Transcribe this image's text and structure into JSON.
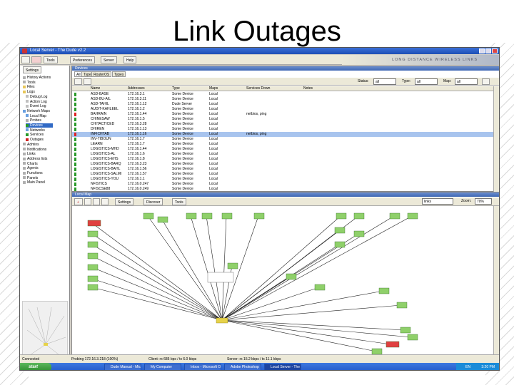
{
  "slide": {
    "title": "Link Outages"
  },
  "window": {
    "title": "Local Server - The Dude v2.2",
    "banner": "LONG DISTANCE WIRELESS LINKS"
  },
  "toolbar": {
    "tools_label": "Tools",
    "preferences_label": "Preferences",
    "server_label": "Server",
    "help_label": "Help",
    "settings_label": "Settings"
  },
  "tree": {
    "items": [
      {
        "label": "History Actions",
        "color": "#b0b0b0"
      },
      {
        "label": "Tools",
        "color": "#b0b0b0"
      },
      {
        "label": "Files",
        "color": "#e8c75a"
      },
      {
        "label": "Logs",
        "color": "#e8c75a"
      },
      {
        "label": "Debug Log",
        "color": "#c0c0c0"
      },
      {
        "label": "Action Log",
        "color": "#c0c0c0"
      },
      {
        "label": "Event Log",
        "color": "#c0c0c0"
      },
      {
        "label": "Network Maps",
        "color": "#6aa0e0"
      },
      {
        "label": "Local Map",
        "color": "#6aa0e0"
      },
      {
        "label": "Probes",
        "color": "#b0b0b0"
      },
      {
        "label": "Devices",
        "color": "#2a9a2a"
      },
      {
        "label": "Networks",
        "color": "#6aa0e0"
      },
      {
        "label": "Services",
        "color": "#2a9a2a"
      },
      {
        "label": "Outages",
        "color": "#d22222"
      },
      {
        "label": "Admins",
        "color": "#b0b0b0"
      },
      {
        "label": "Notifications",
        "color": "#b0b0b0"
      },
      {
        "label": "Links",
        "color": "#b0b0b0"
      },
      {
        "label": "Address lists",
        "color": "#b0b0b0"
      },
      {
        "label": "Charts",
        "color": "#b0b0b0"
      },
      {
        "label": "Agents",
        "color": "#b0b0b0"
      },
      {
        "label": "Functions",
        "color": "#b0b0b0"
      },
      {
        "label": "Panels",
        "color": "#b0b0b0"
      },
      {
        "label": "Main Panel",
        "color": "#b0b0b0"
      }
    ],
    "selected_index": 10
  },
  "devices": {
    "pane_title": "Devices",
    "tabs": [
      "All",
      "Type",
      "RouterOS",
      "Types"
    ],
    "filters": {
      "status_label": "Status:",
      "status_value": "all",
      "type_label": "Type:",
      "type_value": "all",
      "map_label": "Map:",
      "map_value": "all"
    },
    "columns": [
      "Name",
      "Addresses",
      "Type",
      "Maps",
      "Services Down",
      "Notes"
    ],
    "rows": [
      {
        "name": "ASD-BASE",
        "addr": "172.16.3.1",
        "type": "Some Device",
        "map": "Local",
        "svc": "",
        "down": false
      },
      {
        "name": "ASD-BU-AIL",
        "addr": "172.16.3.11",
        "type": "Some Device",
        "map": "Local",
        "svc": "",
        "down": false
      },
      {
        "name": "ASD-TAHIL",
        "addr": "172.16.1.12",
        "type": "Dude Server",
        "map": "Local",
        "svc": "",
        "down": false
      },
      {
        "name": "AUDIT-KAHLEEL",
        "addr": "172.16.1.2",
        "type": "Some Device",
        "map": "Local",
        "svc": "",
        "down": false
      },
      {
        "name": "BAHRAIN",
        "addr": "172.16.1.44",
        "type": "Some Device",
        "map": "Local",
        "svc": "netbios, ping",
        "down": true
      },
      {
        "name": "CHINESAW",
        "addr": "172.16.1.5",
        "type": "Some Device",
        "map": "Local",
        "svc": "",
        "down": false
      },
      {
        "name": "CHITACTICED",
        "addr": "172.16.3.28",
        "type": "Some Device",
        "map": "Local",
        "svc": "",
        "down": false
      },
      {
        "name": "DHIREN",
        "addr": "172.16.1.13",
        "type": "Some Device",
        "map": "Local",
        "svc": "",
        "down": false
      },
      {
        "name": "INFICHTAB",
        "addr": "172.16.1.16",
        "type": "Some Device",
        "map": "Local",
        "svc": "netbios, ping",
        "down": true
      },
      {
        "name": "INV-TIBOUN",
        "addr": "172.16.1.7",
        "type": "Some Device",
        "map": "Local",
        "svc": "",
        "down": false
      },
      {
        "name": "LEARN",
        "addr": "172.16.1.7",
        "type": "Some Device",
        "map": "Local",
        "svc": "",
        "down": false
      },
      {
        "name": "LOGISTICS-MHD",
        "addr": "172.16.1.44",
        "type": "Some Device",
        "map": "Local",
        "svc": "",
        "down": false
      },
      {
        "name": "LOGISTICS-AL",
        "addr": "172.16.1.6",
        "type": "Some Device",
        "map": "Local",
        "svc": "",
        "down": false
      },
      {
        "name": "LOGISTICS-EHS",
        "addr": "172.16.1.8",
        "type": "Some Device",
        "map": "Local",
        "svc": "",
        "down": false
      },
      {
        "name": "LOGISTICS-BARQ",
        "addr": "172.16.3.23",
        "type": "Some Device",
        "map": "Local",
        "svc": "",
        "down": false
      },
      {
        "name": "LOGISTICS-BAHL",
        "addr": "172.16.1.56",
        "type": "Some Device",
        "map": "Local",
        "svc": "",
        "down": false
      },
      {
        "name": "LOGISTICS-SALMI",
        "addr": "172.16.1.57",
        "type": "Some Device",
        "map": "Local",
        "svc": "",
        "down": false
      },
      {
        "name": "LOGISTICS-YOU",
        "addr": "172.16.1.1",
        "type": "Some Device",
        "map": "Local",
        "svc": "",
        "down": false
      },
      {
        "name": "NFISTICS",
        "addr": "172.16.0.247",
        "type": "Some Device",
        "map": "Local",
        "svc": "",
        "down": false
      },
      {
        "name": "NFISCSE88",
        "addr": "172.16.0.249",
        "type": "Some Device",
        "map": "Local",
        "svc": "",
        "down": false
      }
    ],
    "selected_index": 8
  },
  "map": {
    "pane_title": "Local Map",
    "settings_label": "Settings",
    "discover_label": "Discover",
    "tools_label": "Tools",
    "link_select": "links",
    "zoom_label": "Zoom:",
    "zoom_value": "70%"
  },
  "status": {
    "left": "Connected",
    "probe": "Probing 172.16.3.218 (100%)",
    "client": "Client: rx 685 bps / tx 6.0 kbps",
    "server": "Server: rx 15.2 kbps / tx 11.1 kbps"
  },
  "taskbar": {
    "start_label": "start",
    "tasks": [
      "Dude Manual - Micr...",
      "My Computer",
      "Inbox - Microsoft Ou...",
      "Adobe Photoshop",
      "Local Server - The Du..."
    ],
    "active_index": 4,
    "lang": "EN",
    "clock": "3:20 PM"
  }
}
